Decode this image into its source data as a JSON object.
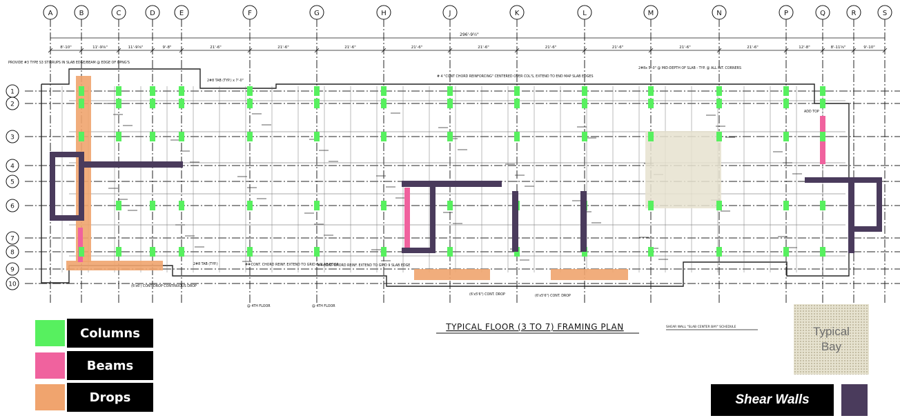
{
  "grid": {
    "column_labels": [
      "A",
      "B",
      "C",
      "D",
      "E",
      "F",
      "G",
      "H",
      "J",
      "K",
      "L",
      "M",
      "N",
      "P",
      "Q",
      "R",
      "S"
    ],
    "row_labels": [
      "1",
      "2",
      "3",
      "4",
      "5",
      "6",
      "7",
      "8",
      "9",
      "10"
    ]
  },
  "dimensions": {
    "overall": "296'-9½\"",
    "segments": [
      "8'-10\"",
      "11'-9⅝\"",
      "11'-9⅝\"",
      "9'-8\"",
      "21'-6\"",
      "21'-6\"",
      "21'-6\"",
      "21'-6\"",
      "21'-6\"",
      "21'-6\"",
      "21'-6\"",
      "21'-6\"",
      "21'-6\"",
      "12'-8\"",
      "8'-11⅝\"",
      "9'-10\""
    ]
  },
  "drawing": {
    "title": "TYPICAL FLOOR (3 TO 7) FRAMING PLAN",
    "schedule_label": "SHEAR WALL \"SLAB CENTER BAY\" SCHEDULE",
    "notes": [
      "PROVIDE #3 TYPE S3 STIRRUPS IN SLAB EDGE/BEAM @ EDGE OF OPNG'S",
      "# 4 \"CONT CHORD REINFORCING\" CENTERED OVER COL'S, EXTEND TO END MAP SLAB EDGES",
      "2#8x 5'-0\" @ MID-DEPTH OF SLAB - TYP. @ ALL INT. CORNERS",
      "#4 CONT. CHORD REINF. EXTEND TO GRID B SLAB EDGE",
      "#4 CONT CHORD REINF. EXTEND TO GRID 9 SLAB EDGE",
      "(6'x6') CONT DROP CONTINUOUS DROP",
      "(6'x5'6\") CONT. DROP",
      "(6'x5'6\") CONT. DROP",
      "@ 4TH FLOOR",
      "@ 4TH FLOOR",
      "2#8 TAB (TYP.) x 7'-0\"",
      "2#8 TAB (TYP.)",
      "ADD TOP"
    ]
  },
  "legend": {
    "columns": {
      "label": "Columns",
      "color": "#57f05f"
    },
    "beams": {
      "label": "Beams",
      "color": "#f0629e"
    },
    "drops": {
      "label": "Drops",
      "color": "#f0a46e"
    },
    "typical_bay": {
      "label_line1": "Typical",
      "label_line2": "Bay",
      "color": "#e6e2cf"
    },
    "shear_walls": {
      "label": "Shear Walls",
      "color": "#4a3b5c"
    }
  }
}
